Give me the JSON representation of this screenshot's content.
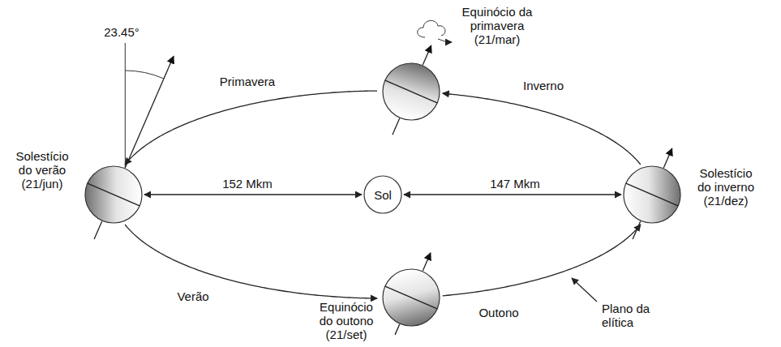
{
  "diagram": {
    "nodes": [
      {
        "text": [
          "Equinócio da primavera (21/mar)"
        ]
      },
      {
        "text": [
          "Solestício do verão (21/jun)"
        ]
      },
      {
        "text": [
          "Sol"
        ]
      },
      {
        "text": [
          "Solestício do inverno (21/dez)"
        ]
      },
      {
        "text": [
          "Equinócio do outono (21/set)"
        ]
      }
    ],
    "edges": [
      {
        "from": 3,
        "to": 0,
        "arrow": "to",
        "label": "Inverno"
      },
      {
        "from": 0,
        "to": 1,
        "arrow": "to",
        "label": "Primavera"
      },
      {
        "from": 1,
        "to": 4,
        "arrow": "to",
        "label": "Verão"
      },
      {
        "from": 4,
        "to": 3,
        "arrow": "to",
        "label": "Outono"
      },
      {
        "from": 1,
        "to": 2,
        "arrow": "both",
        "label": "152 Mkm"
      },
      {
        "from": 2,
        "to": 3,
        "arrow": "both",
        "label": "147 Mkm"
      }
    ],
    "labels": [
      "23.45°",
      "Plano da elítica"
    ]
  }
}
